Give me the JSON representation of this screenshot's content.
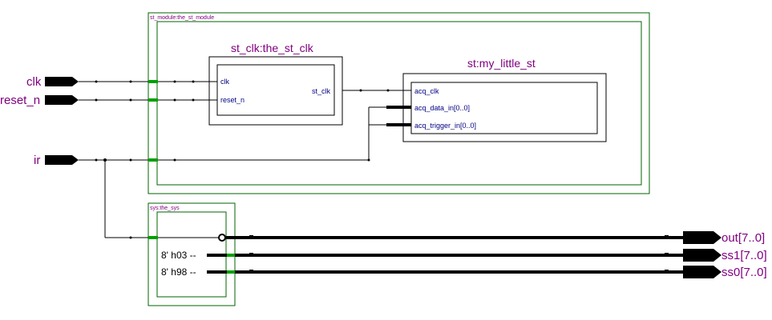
{
  "colors": {
    "module_border": "#006400",
    "label_purple": "#800080",
    "port_blue": "#000080",
    "wire": "#000000",
    "pin_green": "#00a000"
  },
  "inputs": {
    "clk": "clk",
    "reset_n": "reset_n",
    "ir": "ir"
  },
  "outputs": {
    "out": "out[7..0]",
    "ss1": "ss1[7..0]",
    "ss0": "ss0[7..0]"
  },
  "st_module": {
    "title": "st_module:the_st_module"
  },
  "st_clk": {
    "title": "st_clk:the_st_clk",
    "ports": {
      "clk": "clk",
      "reset_n": "reset_n",
      "st_clk": "st_clk"
    }
  },
  "st": {
    "title": "st:my_little_st",
    "ports": {
      "acq_clk": "acq_clk",
      "acq_data_in": "acq_data_in[0..0]",
      "acq_trigger_in": "acq_trigger_in[0..0]"
    }
  },
  "sys": {
    "title": "sys:the_sys",
    "const1": "8' h03 --",
    "const2": "8' h98 --"
  }
}
